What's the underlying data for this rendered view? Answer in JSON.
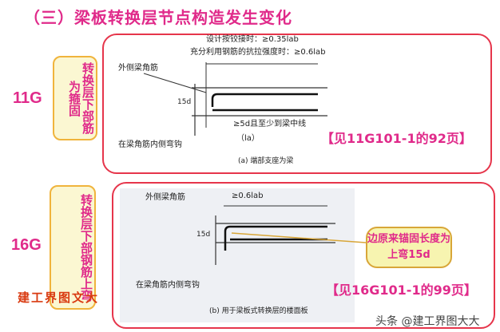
{
  "title": "（三）梁板转换层节点构造发生变化",
  "section_11g": {
    "year": "11G",
    "note": "转换层下部筋为箍固",
    "page_ref": "【见11G101-1的92页】",
    "diagram": {
      "rule1": "设计按铰接时：≥0.35lab",
      "rule2": "充分利用钢筋的抗拉强度时：≥0.6lab",
      "top_bar_label": "外侧梁角筋",
      "inner_bar_label": "在梁角筋内侧弯钩",
      "anchor_label": "≥5d且至少到梁中线",
      "length_label": "（la）",
      "dim_label": "15d",
      "caption": "(a) 端部支座为梁"
    }
  },
  "section_16g": {
    "year": "16G",
    "note": "转换层下部钢筋上弯",
    "page_ref": "【见16G101-1的99页】",
    "callout": "边原来锚固长度为上弯15d",
    "diagram": {
      "rule": "≥0.6lab",
      "top_bar_label": "外侧梁角筋",
      "inner_bar_label": "在梁角筋内侧弯钩",
      "dim_label": "15d",
      "caption": "(b) 用于梁板式转换层的楼面板"
    }
  },
  "watermark": "建工界图文大",
  "footer": "头条 @建工界图大大"
}
